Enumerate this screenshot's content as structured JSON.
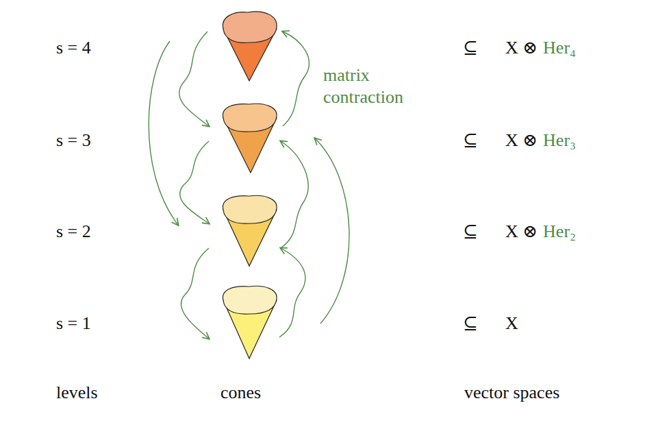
{
  "diagram": {
    "labels": [
      "s = 4",
      "⊆",
      "X ⊗",
      "Her₄",
      "matrix contraction",
      "s = 3",
      "⊆",
      "X ⊗",
      "Her₃",
      "s = 2",
      "⊆",
      "X ⊗",
      "Her₂",
      "s = 1",
      "⊆",
      "X",
      "levels",
      "cones",
      "vector spaces"
    ]
  }
}
